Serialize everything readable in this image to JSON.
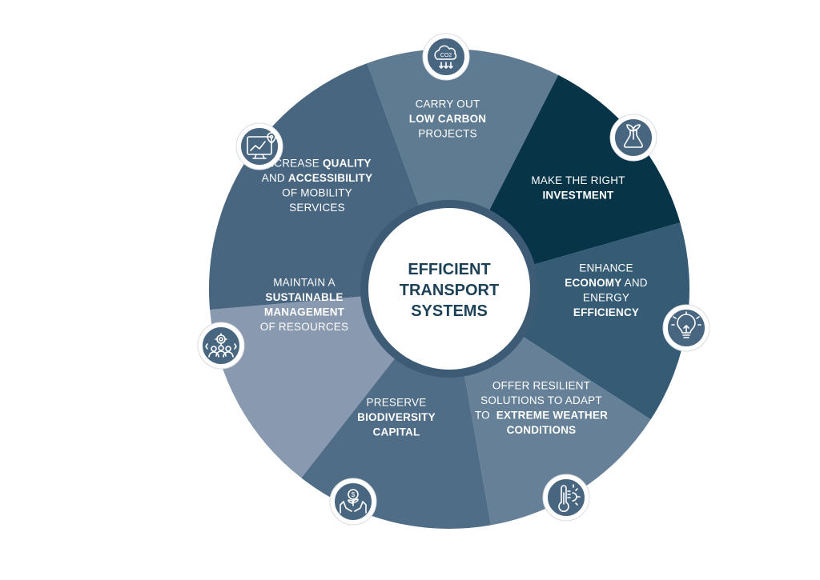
{
  "colors": {
    "seg_low_carbon": "#5f7b91",
    "seg_investment": "#073447",
    "seg_economy": "#355b75",
    "seg_resilient": "#668197",
    "seg_biodiversity": "#4f6d86",
    "seg_sustainable": "#8899b0",
    "seg_quality": "#48667f",
    "center_ring": "#3d5b74",
    "center_text": "#1d4257",
    "badge_fill": "#48667f"
  },
  "center": {
    "lines": [
      "EFFICIENT",
      "TRANSPORT",
      "SYSTEMS"
    ]
  },
  "segments": [
    {
      "id": "low-carbon",
      "icon": "co2-cloud-icon",
      "lines": [
        [
          {
            "t": "CARRY OUT",
            "b": false
          }
        ],
        [
          {
            "t": "LOW CARBON",
            "b": true
          }
        ],
        [
          {
            "t": "PROJECTS",
            "b": false
          }
        ]
      ]
    },
    {
      "id": "investment",
      "icon": "plant-flask-icon",
      "lines": [
        [
          {
            "t": "MAKE THE RIGHT",
            "b": false
          }
        ],
        [
          {
            "t": "INVESTMENT",
            "b": true
          }
        ]
      ]
    },
    {
      "id": "economy",
      "icon": "lightbulb-icon",
      "lines": [
        [
          {
            "t": "ENHANCE",
            "b": false
          }
        ],
        [
          {
            "t": "ECONOMY",
            "b": true
          },
          {
            "t": " AND",
            "b": false
          }
        ],
        [
          {
            "t": "ENERGY",
            "b": false
          }
        ],
        [
          {
            "t": "EFFICIENCY",
            "b": true
          }
        ]
      ]
    },
    {
      "id": "resilient",
      "icon": "thermometer-sun-icon",
      "lines": [
        [
          {
            "t": "OFFER RESILIENT",
            "b": false
          }
        ],
        [
          {
            "t": "SOLUTIONS TO ADAPT",
            "b": false
          }
        ],
        [
          {
            "t": "TO  ",
            "b": false
          },
          {
            "t": "EXTREME WEATHER",
            "b": true
          }
        ],
        [
          {
            "t": "CONDITIONS",
            "b": true
          }
        ]
      ]
    },
    {
      "id": "biodiversity",
      "icon": "hands-coin-plant-icon",
      "lines": [
        [
          {
            "t": "PRESERVE",
            "b": false
          }
        ],
        [
          {
            "t": "BIODIVERSITY",
            "b": true
          }
        ],
        [
          {
            "t": "CAPITAL",
            "b": true
          }
        ]
      ]
    },
    {
      "id": "sustainable",
      "icon": "people-gear-icon",
      "lines": [
        [
          {
            "t": "MAINTAIN A",
            "b": false
          }
        ],
        [
          {
            "t": "SUSTAINABLE",
            "b": true
          }
        ],
        [
          {
            "t": "MANAGEMENT",
            "b": true
          }
        ],
        [
          {
            "t": "OF RESOURCES",
            "b": false
          }
        ]
      ]
    },
    {
      "id": "quality",
      "icon": "map-pin-chart-icon",
      "lines": [
        [
          {
            "t": "INCREASE ",
            "b": false
          },
          {
            "t": "QUALITY",
            "b": true
          }
        ],
        [
          {
            "t": "AND ",
            "b": false
          },
          {
            "t": "ACCESSIBILITY",
            "b": true
          }
        ],
        [
          {
            "t": "OF MOBILITY",
            "b": false
          }
        ],
        [
          {
            "t": "SERVICES",
            "b": false
          }
        ]
      ]
    }
  ]
}
